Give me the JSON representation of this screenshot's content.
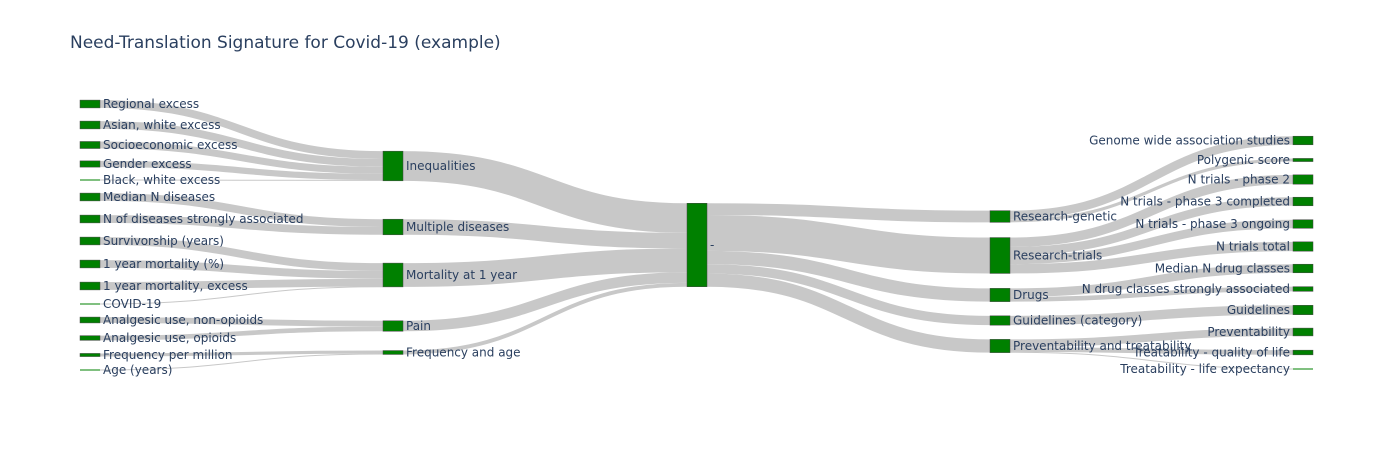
{
  "chart_data": {
    "type": "sankey",
    "title": "Need-Translation Signature for Covid-19 (example)",
    "colors": {
      "node": "#008000",
      "node_border": "#444444",
      "link": "#c8c8c8",
      "text": "#2a3f5f"
    },
    "nodes": [
      {
        "id": "regional",
        "label": "Regional excess"
      },
      {
        "id": "asian",
        "label": "Asian, white excess"
      },
      {
        "id": "socio",
        "label": "Socioeconomic excess"
      },
      {
        "id": "gender",
        "label": "Gender excess"
      },
      {
        "id": "black",
        "label": "Black, white excess"
      },
      {
        "id": "median_n_dis",
        "label": "Median N diseases"
      },
      {
        "id": "n_dis_strong",
        "label": "N of diseases strongly associated"
      },
      {
        "id": "survivorship",
        "label": "Survivorship (years)"
      },
      {
        "id": "mort_pct",
        "label": "1 year mortality (%)"
      },
      {
        "id": "mort_excess",
        "label": "1 year mortality, excess"
      },
      {
        "id": "covid",
        "label": "COVID-19"
      },
      {
        "id": "analg_non",
        "label": "Analgesic use, non-opioids"
      },
      {
        "id": "analg_op",
        "label": "Analgesic use, opioids"
      },
      {
        "id": "freq_million",
        "label": "Frequency per million"
      },
      {
        "id": "age",
        "label": "Age (years)"
      },
      {
        "id": "inequalities",
        "label": "Inequalities"
      },
      {
        "id": "multiple",
        "label": "Multiple diseases"
      },
      {
        "id": "mortality",
        "label": "Mortality at 1 year"
      },
      {
        "id": "pain",
        "label": "Pain"
      },
      {
        "id": "freq_age",
        "label": "Frequency and age"
      },
      {
        "id": "center",
        "label": "-"
      },
      {
        "id": "res_gen",
        "label": "Research-genetic"
      },
      {
        "id": "res_trials",
        "label": "Research-trials"
      },
      {
        "id": "drugs",
        "label": "Drugs"
      },
      {
        "id": "guide_cat",
        "label": "Guidelines (category)"
      },
      {
        "id": "prev_treat",
        "label": "Preventability and treatability"
      },
      {
        "id": "gwas",
        "label": "Genome wide association studies"
      },
      {
        "id": "polygenic",
        "label": "Polygenic score"
      },
      {
        "id": "trials_p2",
        "label": "N trials - phase 2"
      },
      {
        "id": "trials_p3c",
        "label": "N trials - phase 3 completed"
      },
      {
        "id": "trials_p3o",
        "label": "N trials - phase 3 ongoing"
      },
      {
        "id": "trials_total",
        "label": "N trials total"
      },
      {
        "id": "median_drug",
        "label": "Median N drug classes"
      },
      {
        "id": "drug_strong",
        "label": "N drug classes strongly associated"
      },
      {
        "id": "guidelines",
        "label": "Guidelines"
      },
      {
        "id": "preventability",
        "label": "Preventability"
      },
      {
        "id": "treat_qol",
        "label": "Treatability - quality of life"
      },
      {
        "id": "treat_life",
        "label": "Treatability - life expectancy"
      }
    ],
    "links": [
      {
        "source": "regional",
        "target": "inequalities",
        "value": 1.0
      },
      {
        "source": "asian",
        "target": "inequalities",
        "value": 1.0
      },
      {
        "source": "socio",
        "target": "inequalities",
        "value": 0.9
      },
      {
        "source": "gender",
        "target": "inequalities",
        "value": 0.8
      },
      {
        "source": "black",
        "target": "inequalities",
        "value": 0.1
      },
      {
        "source": "median_n_dis",
        "target": "multiple",
        "value": 1.0
      },
      {
        "source": "n_dis_strong",
        "target": "multiple",
        "value": 1.0
      },
      {
        "source": "survivorship",
        "target": "mortality",
        "value": 1.0
      },
      {
        "source": "mort_pct",
        "target": "mortality",
        "value": 1.0
      },
      {
        "source": "mort_excess",
        "target": "mortality",
        "value": 1.0
      },
      {
        "source": "covid",
        "target": "mortality",
        "value": 0.05
      },
      {
        "source": "analg_non",
        "target": "pain",
        "value": 0.75
      },
      {
        "source": "analg_op",
        "target": "pain",
        "value": 0.6
      },
      {
        "source": "freq_million",
        "target": "freq_age",
        "value": 0.4
      },
      {
        "source": "age",
        "target": "freq_age",
        "value": 0.1
      },
      {
        "source": "inequalities",
        "target": "center",
        "value": 3.8
      },
      {
        "source": "multiple",
        "target": "center",
        "value": 2.0
      },
      {
        "source": "mortality",
        "target": "center",
        "value": 3.05
      },
      {
        "source": "pain",
        "target": "center",
        "value": 1.35
      },
      {
        "source": "freq_age",
        "target": "center",
        "value": 0.5
      },
      {
        "source": "center",
        "target": "res_gen",
        "value": 1.5
      },
      {
        "source": "center",
        "target": "res_trials",
        "value": 4.6
      },
      {
        "source": "center",
        "target": "drugs",
        "value": 1.7
      },
      {
        "source": "center",
        "target": "guide_cat",
        "value": 1.2
      },
      {
        "source": "center",
        "target": "prev_treat",
        "value": 1.7
      },
      {
        "source": "res_gen",
        "target": "gwas",
        "value": 1.1
      },
      {
        "source": "res_gen",
        "target": "polygenic",
        "value": 0.4
      },
      {
        "source": "res_trials",
        "target": "trials_p2",
        "value": 1.2
      },
      {
        "source": "res_trials",
        "target": "trials_p3c",
        "value": 1.1
      },
      {
        "source": "res_trials",
        "target": "trials_p3o",
        "value": 1.1
      },
      {
        "source": "res_trials",
        "target": "trials_total",
        "value": 1.2
      },
      {
        "source": "drugs",
        "target": "median_drug",
        "value": 1.1
      },
      {
        "source": "drugs",
        "target": "drug_strong",
        "value": 0.6
      },
      {
        "source": "guide_cat",
        "target": "guidelines",
        "value": 1.2
      },
      {
        "source": "prev_treat",
        "target": "preventability",
        "value": 1.0
      },
      {
        "source": "prev_treat",
        "target": "treat_qol",
        "value": 0.6
      },
      {
        "source": "prev_treat",
        "target": "treat_life",
        "value": 0.1
      }
    ]
  }
}
